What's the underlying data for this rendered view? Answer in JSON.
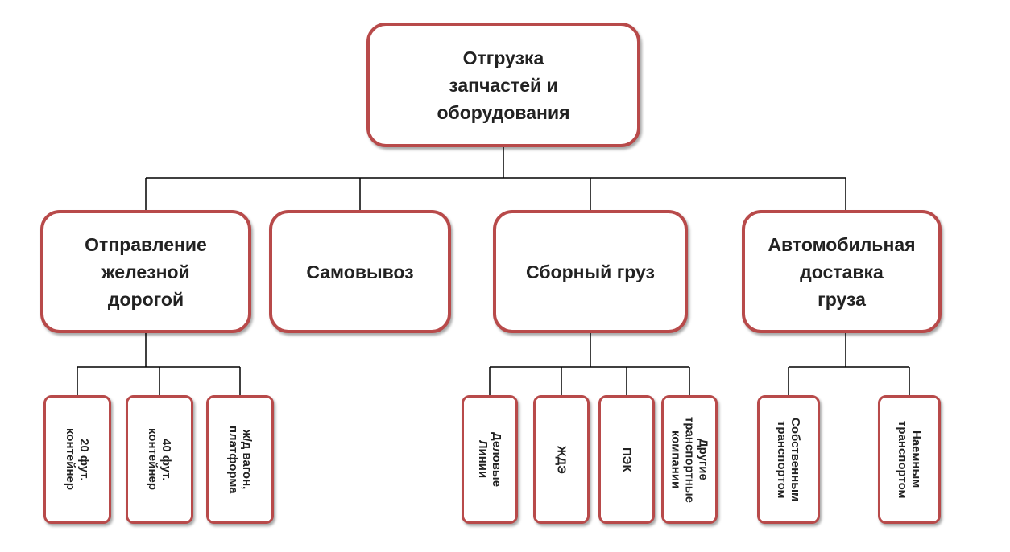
{
  "diagram": {
    "root": {
      "label": "Отгрузка\nзапчастей и\nоборудования"
    },
    "categories": [
      {
        "label": "Отправление\nжелезной\nдорогой",
        "children": [
          "20 фут.\nконтейнер",
          "40 фут.\nконтейнер",
          "ж/д вагон,\nплатформа"
        ]
      },
      {
        "label": "Самовывоз",
        "children": []
      },
      {
        "label": "Сборный  груз",
        "children": [
          "Деловые\nЛинии",
          "ЖДЭ",
          "ПЭК",
          "Другие\nтранспортные\nкомпании"
        ]
      },
      {
        "label": "Автомобильная\nдоставка\nгруза",
        "children": [
          "Собственным\nтранспортом",
          "Наемным\nтранспортом"
        ]
      }
    ],
    "colors": {
      "border": "#b84a4a",
      "line": "#000000",
      "text": "#222222"
    }
  }
}
